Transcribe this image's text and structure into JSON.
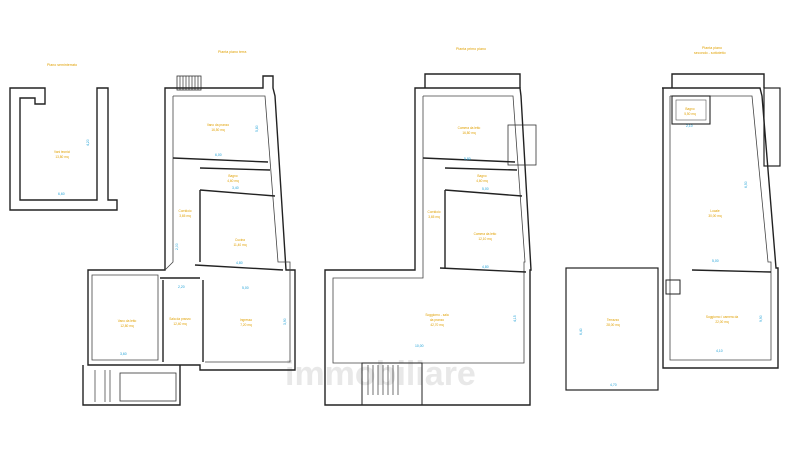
{
  "sheet_titles": {
    "t1": "Piano seminterrato",
    "t2": "Pianta piano terra",
    "t3": "Pianta primo piano",
    "t4_l1": "Pianta piano",
    "t4_l2": "secondo - sottotetto"
  },
  "rooms": {
    "p1_a": "Vani tecnici",
    "p1_a2": "13,80 mq",
    "p2_a": "Vano da pranzo",
    "p2_a2": "16,50 mq",
    "p2_b": "Bagno",
    "p2_b2": "4,60 mq",
    "p2_c": "Corridoio",
    "p2_c2": "3,65 mq",
    "p2_d": "Cucina",
    "p2_d2": "11,40 mq",
    "p2_e": "Ingresso",
    "p2_e2": "7,20 mq",
    "p2_f": "Vano da letto",
    "p2_f2": "12,80 mq",
    "p2_g": "Sala da pranzo",
    "p2_g2": "12,40 mq",
    "p3_a": "Camera da letto",
    "p3_a2": "16,80 mq",
    "p3_b": "Bagno",
    "p3_b2": "4,60 mq",
    "p3_c": "Corridoio",
    "p3_c2": "3,65 mq",
    "p3_d": "Camera da letto",
    "p3_d2": "12,10 mq",
    "p3_e": "Soggiorno - sala",
    "p3_e2": "da pranzo",
    "p3_e3": "42,70 mq",
    "p4_a": "Bagno",
    "p4_a2": "5,50 mq",
    "p4_b": "Locale",
    "p4_b2": "30,00 mq",
    "p4_c": "Terrazzo",
    "p4_c2": "28,00 mq",
    "p4_d": "Soggiorno / camera da",
    "p4_d2": "22,00 mq"
  },
  "dims": {
    "d1": "6,60",
    "d2": "4,20",
    "d3": "6,00",
    "d4": "5,80",
    "d5": "3,40",
    "d6": "4,80",
    "d7": "5,00",
    "d8": "2,20",
    "d9": "3,60",
    "d10": "2,00",
    "d11": "3,90",
    "d12": "5,80",
    "d13": "4,80",
    "d14": "5,00",
    "d15": "10,00",
    "d16": "4,15",
    "d17": "2,10",
    "d18": "6,50",
    "d19": "5,00",
    "d20": "4,10",
    "d21": "4,70",
    "d22": "6,40",
    "d23": "9,90"
  },
  "watermark": "immobiliare"
}
